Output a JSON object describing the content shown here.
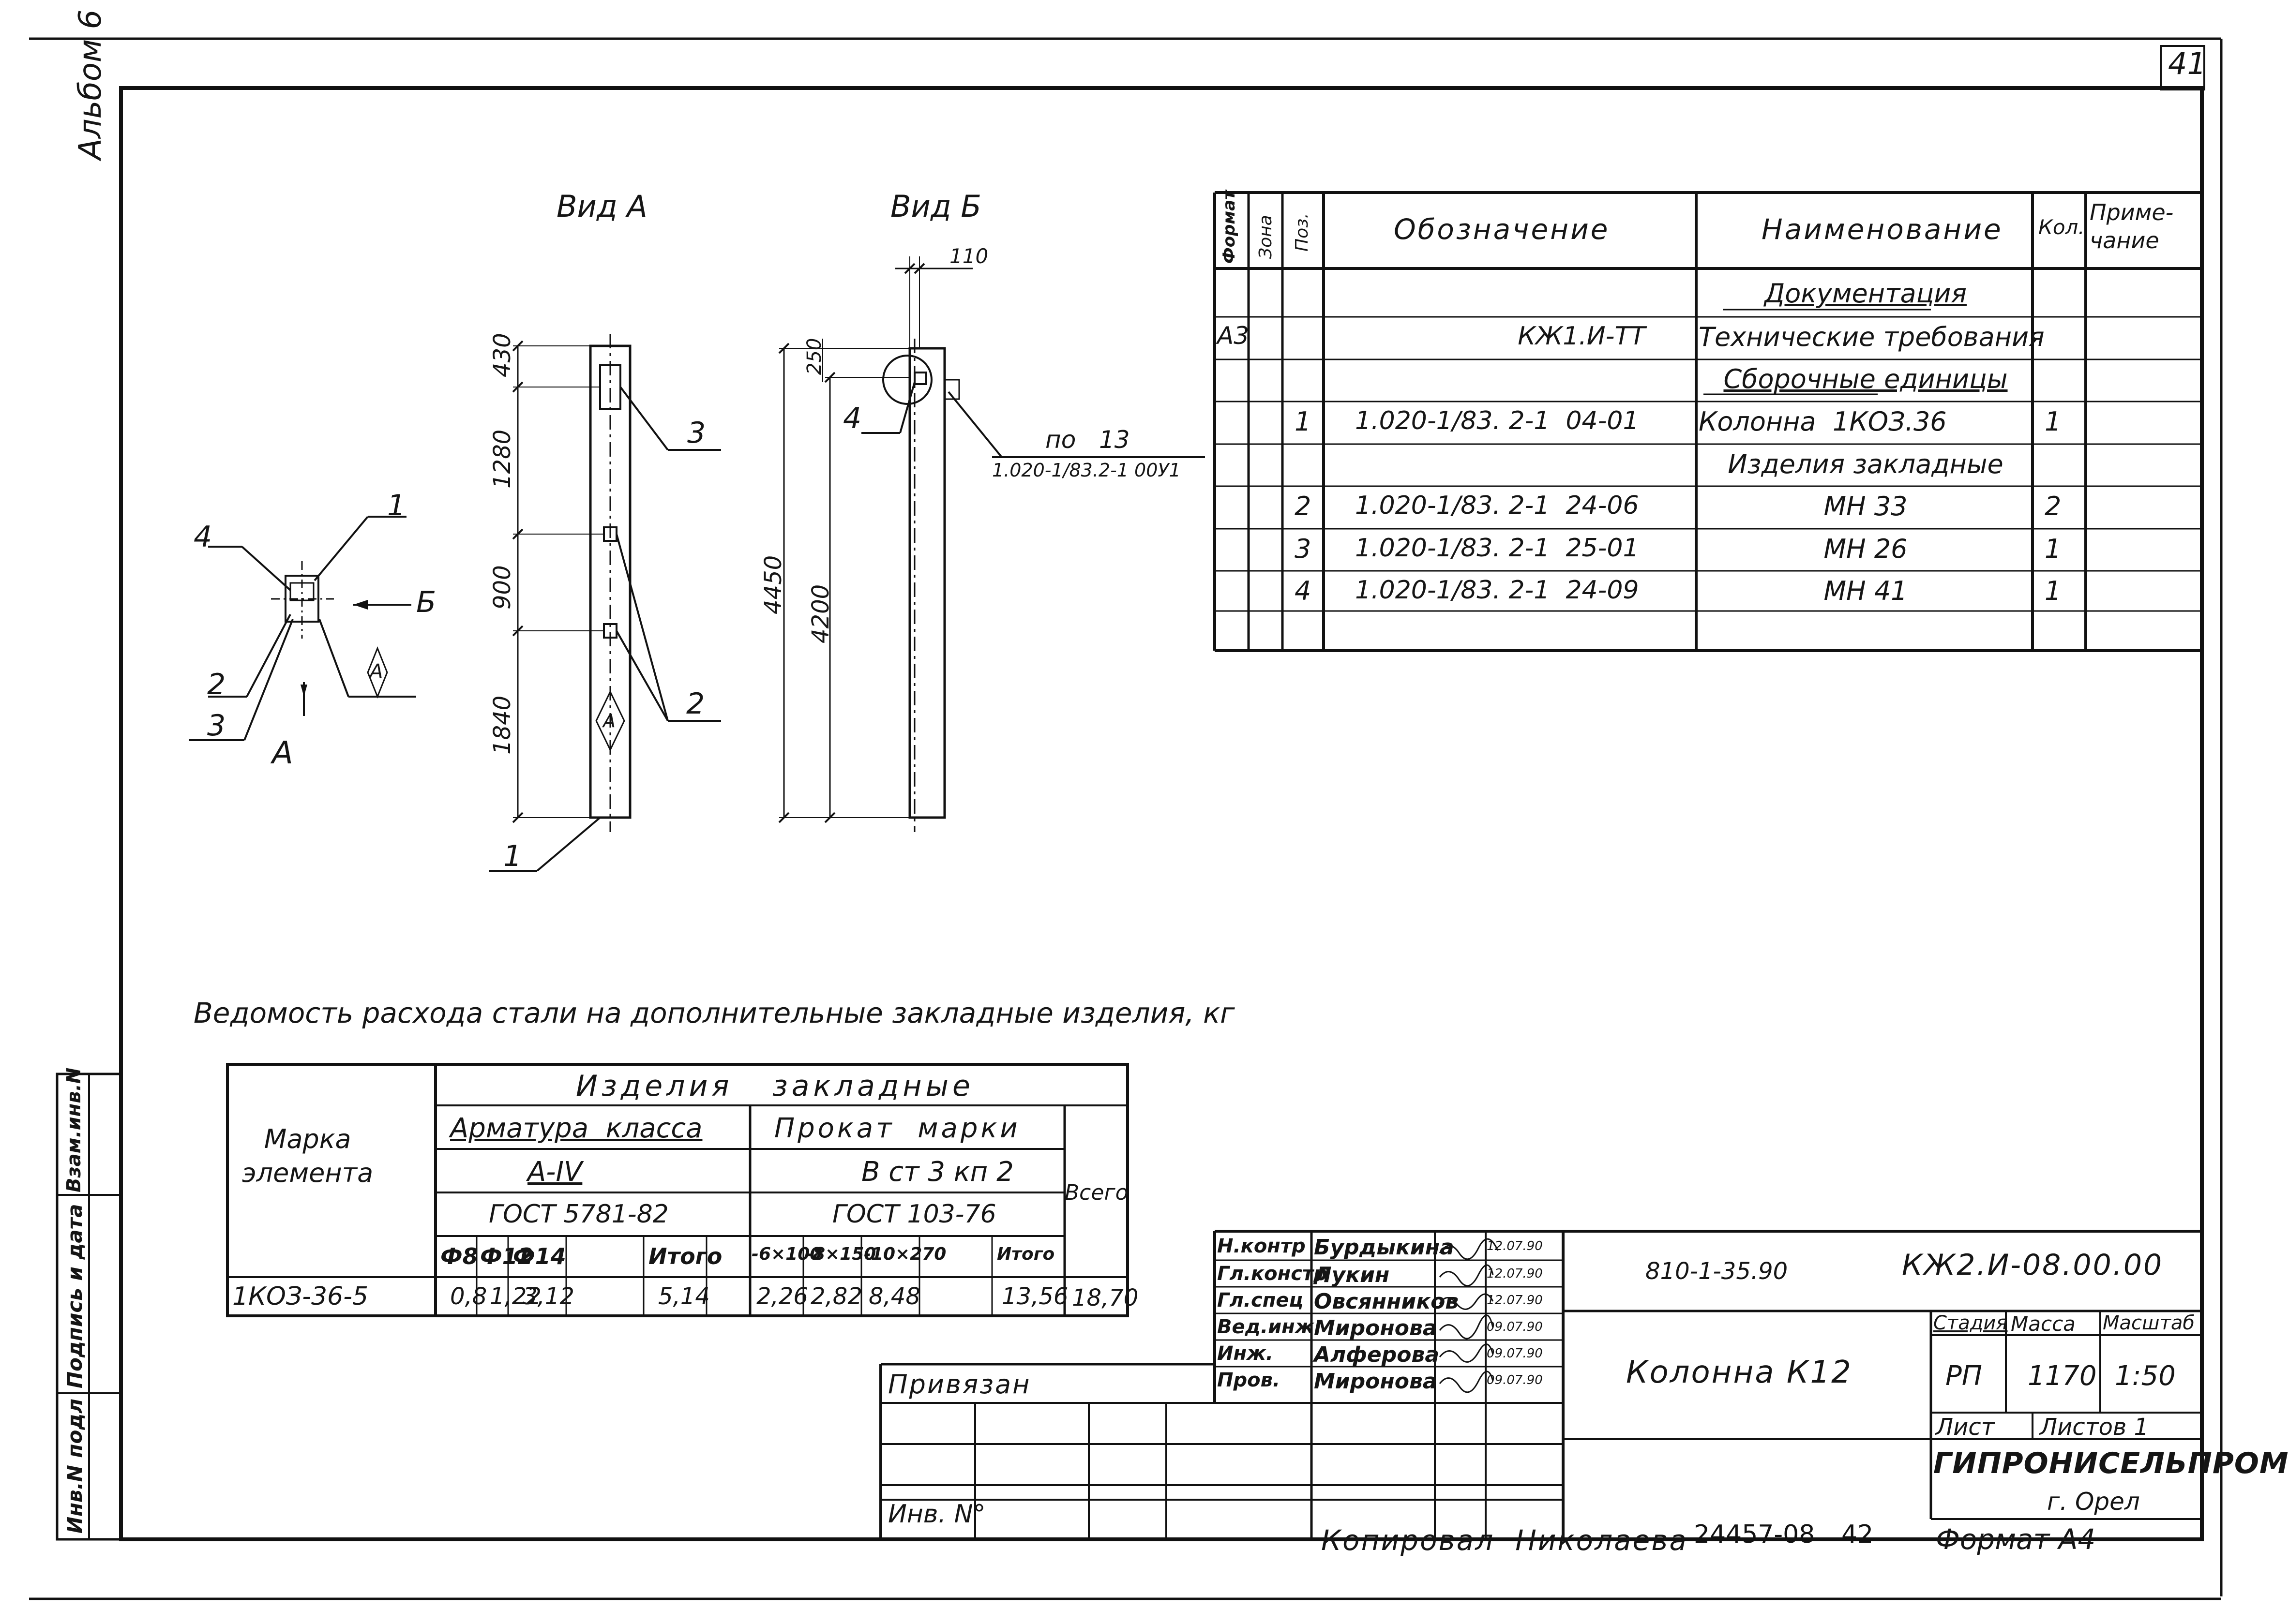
{
  "sheet_number": "41",
  "album_label": "Альбом 6",
  "left_strip": {
    "inv_podl": "Инв.N подл",
    "podpis_data": "Подпись и дата",
    "vzam_inv": "Взам.инв.N"
  },
  "views": {
    "vid_a": "Вид А",
    "vid_b": "Вид Б",
    "section_arrow_label": "А",
    "section_b_label": "Б",
    "diamond_mark": "А"
  },
  "dimensions_a": [
    "430",
    "1280",
    "900",
    "1840"
  ],
  "dimensions_b": [
    "110",
    "250",
    "4450",
    "4200"
  ],
  "callouts_section": [
    "1",
    "4",
    "2",
    "3"
  ],
  "callouts_a": [
    "3",
    "2",
    "1"
  ],
  "callouts_b": [
    "4"
  ],
  "note_b": {
    "line1": "по   13",
    "line2": "1.020-1/83.2-1 00У1"
  },
  "spec_table": {
    "headers": {
      "format": "Формат",
      "zone": "Зона",
      "pos": "Поз.",
      "designation": "Обозначение",
      "name": "Наименование",
      "qty": "Кол.",
      "note": "Приме-\nчание"
    },
    "rows": [
      {
        "format": "",
        "pos": "",
        "designation": "",
        "name": "Документация",
        "qty": "",
        "underline": true
      },
      {
        "format": "А3",
        "pos": "",
        "designation": "КЖ1.И-ТТ",
        "name": "Технические требования",
        "qty": ""
      },
      {
        "format": "",
        "pos": "",
        "designation": "",
        "name": "Сборочные единицы",
        "qty": "",
        "underline": true
      },
      {
        "format": "",
        "pos": "1",
        "designation": "1.020-1/83. 2-1  04-01",
        "name": "Колонна  1КОЗ.36",
        "qty": "1"
      },
      {
        "format": "",
        "pos": "",
        "designation": "",
        "name": "Изделия закладные",
        "qty": ""
      },
      {
        "format": "",
        "pos": "2",
        "designation": "1.020-1/83. 2-1  24-06",
        "name": "МН 33",
        "qty": "2"
      },
      {
        "format": "",
        "pos": "3",
        "designation": "1.020-1/83. 2-1  25-01",
        "name": "МН 26",
        "qty": "1"
      },
      {
        "format": "",
        "pos": "4",
        "designation": "1.020-1/83. 2-1  24-09",
        "name": "МН 41",
        "qty": "1"
      },
      {
        "format": "",
        "pos": "",
        "designation": "",
        "name": "",
        "qty": ""
      }
    ]
  },
  "steel_table": {
    "title": "Ведомость расхода стали на дополнительные закладные изделия, кг",
    "mark_header": "Марка\nэлемента",
    "group_header": "Изделия   закладные",
    "rebar_header": "Арматура  класса",
    "rebar_class": "А-IV",
    "rebar_gost": "ГОСТ 5781-82",
    "rolled_header": "Прокат  марки",
    "rolled_grade": "В ст 3 кп 2",
    "rolled_gost": "ГОСТ 103-76",
    "total_header": "Всего",
    "rebar_cols": [
      "Ф8",
      "Ф12",
      "Ф14",
      "",
      "Итого"
    ],
    "rolled_cols": [
      "-6×100",
      "-8×150",
      "-10×270",
      "",
      "Итого"
    ],
    "row": {
      "mark": "1КОЗ-36-5",
      "rebar": [
        "0,8",
        "1,22",
        "3,12",
        "",
        "5,14"
      ],
      "rolled": [
        "2,26",
        "2,82",
        "8,48",
        "",
        "13,56"
      ],
      "total": "18,70"
    }
  },
  "title_block": {
    "roles": [
      "Н.контр",
      "Гл.констр",
      "Гл.спец",
      "Вед.инж",
      "Инж.",
      "Пров."
    ],
    "names": [
      "Бурдыкина",
      "Лукин",
      "Овсянников",
      "Миронова",
      "Алферова",
      "Миронова"
    ],
    "dates": [
      "12.07.90",
      "12.07.90",
      "12.07.90",
      "09.07.90",
      "09.07.90",
      "09.07.90"
    ],
    "project_code": "810-1-35.90",
    "doc_code": "КЖ2.И-08.00.00",
    "object_title": "Колонна К12",
    "stage_label": "Стадия",
    "mass_label": "Масса",
    "scale_label": "Масштаб",
    "stage": "РП",
    "mass": "1170",
    "scale": "1:50",
    "sheet_label": "Лист",
    "sheets_label": "Листов 1",
    "org": "ГИПРОНИСЕЛЬПРОМ",
    "city": "г. Орел",
    "privyazan": "Привязан",
    "inv_no": "Инв. N°"
  },
  "footer": {
    "copied": "Копировал  Николаева",
    "order": "24457-08",
    "page": "42",
    "format": "Формат А4"
  }
}
